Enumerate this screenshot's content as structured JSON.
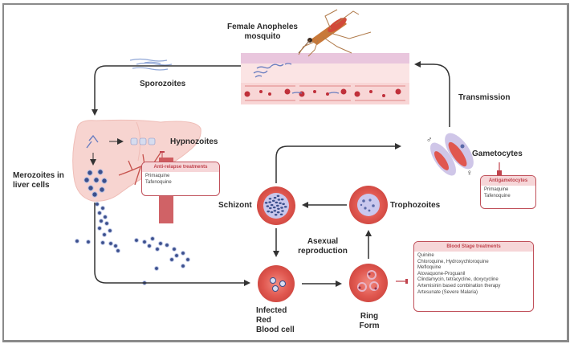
{
  "labels": {
    "mosquito": [
      "Female Anopheles",
      "mosquito"
    ],
    "sporozoites": "Sporozoites",
    "hypnozoites": "Hypnozoites",
    "merozoites": [
      "Merozoites in",
      "liver cells"
    ],
    "schizont": "Schizont",
    "trophozoites": "Trophozoites",
    "asexual": [
      "Asexual",
      "reproduction"
    ],
    "infected_rbc": [
      "Infected",
      "Red",
      "Blood cell"
    ],
    "ring_form": [
      "Ring",
      "Form"
    ],
    "gametocytes": "Gametocytes",
    "transmission": "Transmission",
    "male_symbol": "♂",
    "female_symbol": "♀"
  },
  "treatments": {
    "anti_relapse": {
      "title": "Anti-relapse treatments",
      "items": [
        "Primaquine",
        "Tafenoquine"
      ]
    },
    "antigametocytes": {
      "title": "Antigametocytes",
      "items": [
        "Primaquine",
        "Tafenoquine"
      ]
    },
    "blood_stage": {
      "title": "Blood Stage treatments",
      "items": [
        "Quinine",
        "Chloroquine, Hydroxychloroquine",
        "Mefloquine",
        "Atovaquone-Proguanil",
        "Clindamycin, tetracycline, doxycycline",
        "Artemisinin based combination therapy",
        "Artesunate (Severe Malaria)"
      ]
    }
  },
  "colors": {
    "rbc": "#e0574f",
    "treatment_accent": "#c0434d",
    "treatment_header_bg": "#f6d6d8",
    "parasite": "#3b4f8c",
    "arrow": "#333333"
  }
}
